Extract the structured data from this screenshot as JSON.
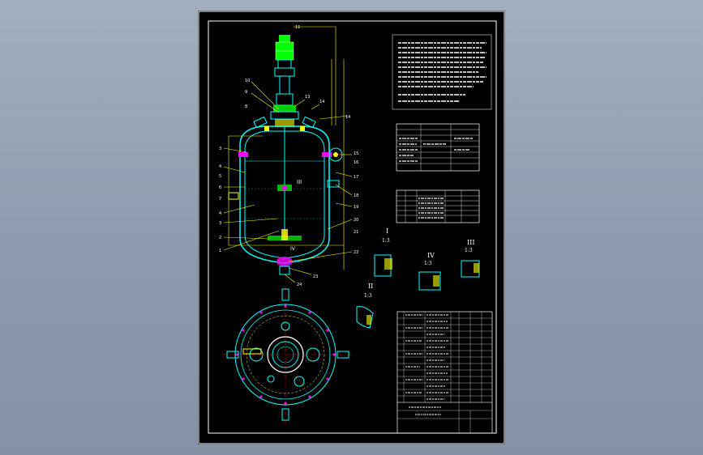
{
  "drawing": {
    "section_labels": {
      "sec1": "I",
      "sec1_scale": "1:3",
      "sec2": "II",
      "sec2_scale": "1:3",
      "sec3": "III",
      "sec3_scale": "1:3",
      "sec4": "IV",
      "sec4_scale": "1:3",
      "callout_3": "III",
      "callout_4": "IV"
    },
    "left_callouts": [
      "3",
      "4",
      "5",
      "6",
      "7",
      "4",
      "3",
      "2",
      "1"
    ],
    "right_callouts": [
      "14",
      "15",
      "16",
      "17",
      "18",
      "19",
      "20",
      "21",
      "22",
      "23",
      "24"
    ],
    "top_callouts": [
      "11",
      "10",
      "9",
      "8",
      "13",
      "14"
    ],
    "colors": {
      "frame": "#ffffff",
      "outline": "#00ffff",
      "leader": "#ffff00",
      "green": "#00ff00",
      "red": "#ff0000",
      "magenta": "#ff00ff",
      "text": "#ffffff"
    }
  }
}
